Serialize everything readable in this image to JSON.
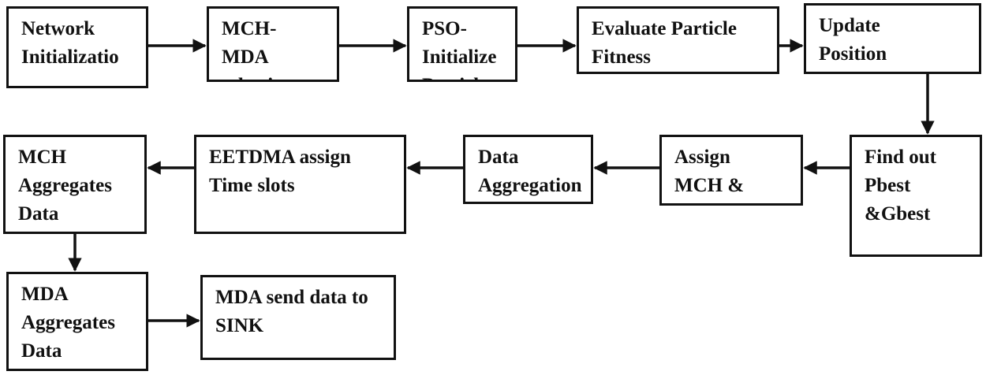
{
  "nodes": {
    "network_init": "Network\nInitializatio",
    "mch_mda_selection": "MCH-\nMDA\nselection",
    "pso_init": "PSO-\nInitialize\nParticle",
    "evaluate_fitness": "Evaluate Particle\nFitness",
    "update_position": "Update\nPosition",
    "find_pbest_gbest": "Find out\nPbest\n&Gbest",
    "assign_mch": "Assign\nMCH &",
    "data_aggregation": "Data\nAggregation",
    "eetdma_slots": "EETDMA assign\nTime slots",
    "mch_aggregates": "MCH\nAggregates\nData",
    "mda_aggregates": "MDA\nAggregates\nData",
    "mda_send_sink": "MDA send data to\nSINK"
  },
  "colors": {
    "stroke": "#111111",
    "background": "#ffffff"
  }
}
